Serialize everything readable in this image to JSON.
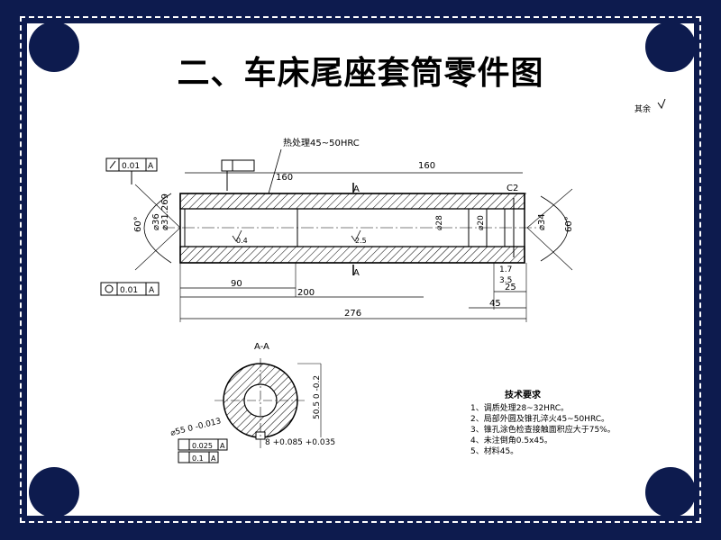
{
  "slide": {
    "title": "二、车床尾座套筒零件图"
  },
  "drawing": {
    "corner_note": "其余",
    "heat_note": "热处理45~50HRC",
    "tol_top_left": "0.01",
    "tol_top_left_ref": "A",
    "tol_bottom_left": "0.01",
    "tol_bottom_left_ref": "A",
    "dim_160_left": "160",
    "dim_160_right": "160",
    "section_mark_top": "A",
    "section_mark_bottom": "A",
    "chamfer": "C2",
    "angle_left": "60°",
    "angle_right": "60°",
    "dia_36": "⌀36",
    "dia_31": "⌀31.269",
    "dia_28": "⌀28",
    "dia_20": "⌀20",
    "dia_34": "⌀34",
    "rough_left": "0.4",
    "rough_mid": "2.5",
    "dim_90": "90",
    "dim_200": "200",
    "dim_276": "276",
    "dim_45": "45",
    "dim_25": "25",
    "dim_17": "1.7",
    "dim_35": "3.5",
    "section_title": "A-A",
    "sec_dia": "⌀55 0 -0.013",
    "sec_dim_50": "50.5 0 -0.2",
    "sec_dim_8": "8 +0.085 +0.035",
    "sec_tol_1": "0.025",
    "sec_tol_1_ref": "A",
    "sec_tol_2": "0.1",
    "sec_tol_2_ref": "A",
    "tech_title": "技术要求",
    "tech_items": [
      "1、调质处理28~32HRC。",
      "2、局部外圆及锥孔淬火45~50HRC。",
      "3、锥孔涂色检查接触面积应大于75%。",
      "4、未注倒角0.5x45。",
      "5、材料45。"
    ]
  }
}
